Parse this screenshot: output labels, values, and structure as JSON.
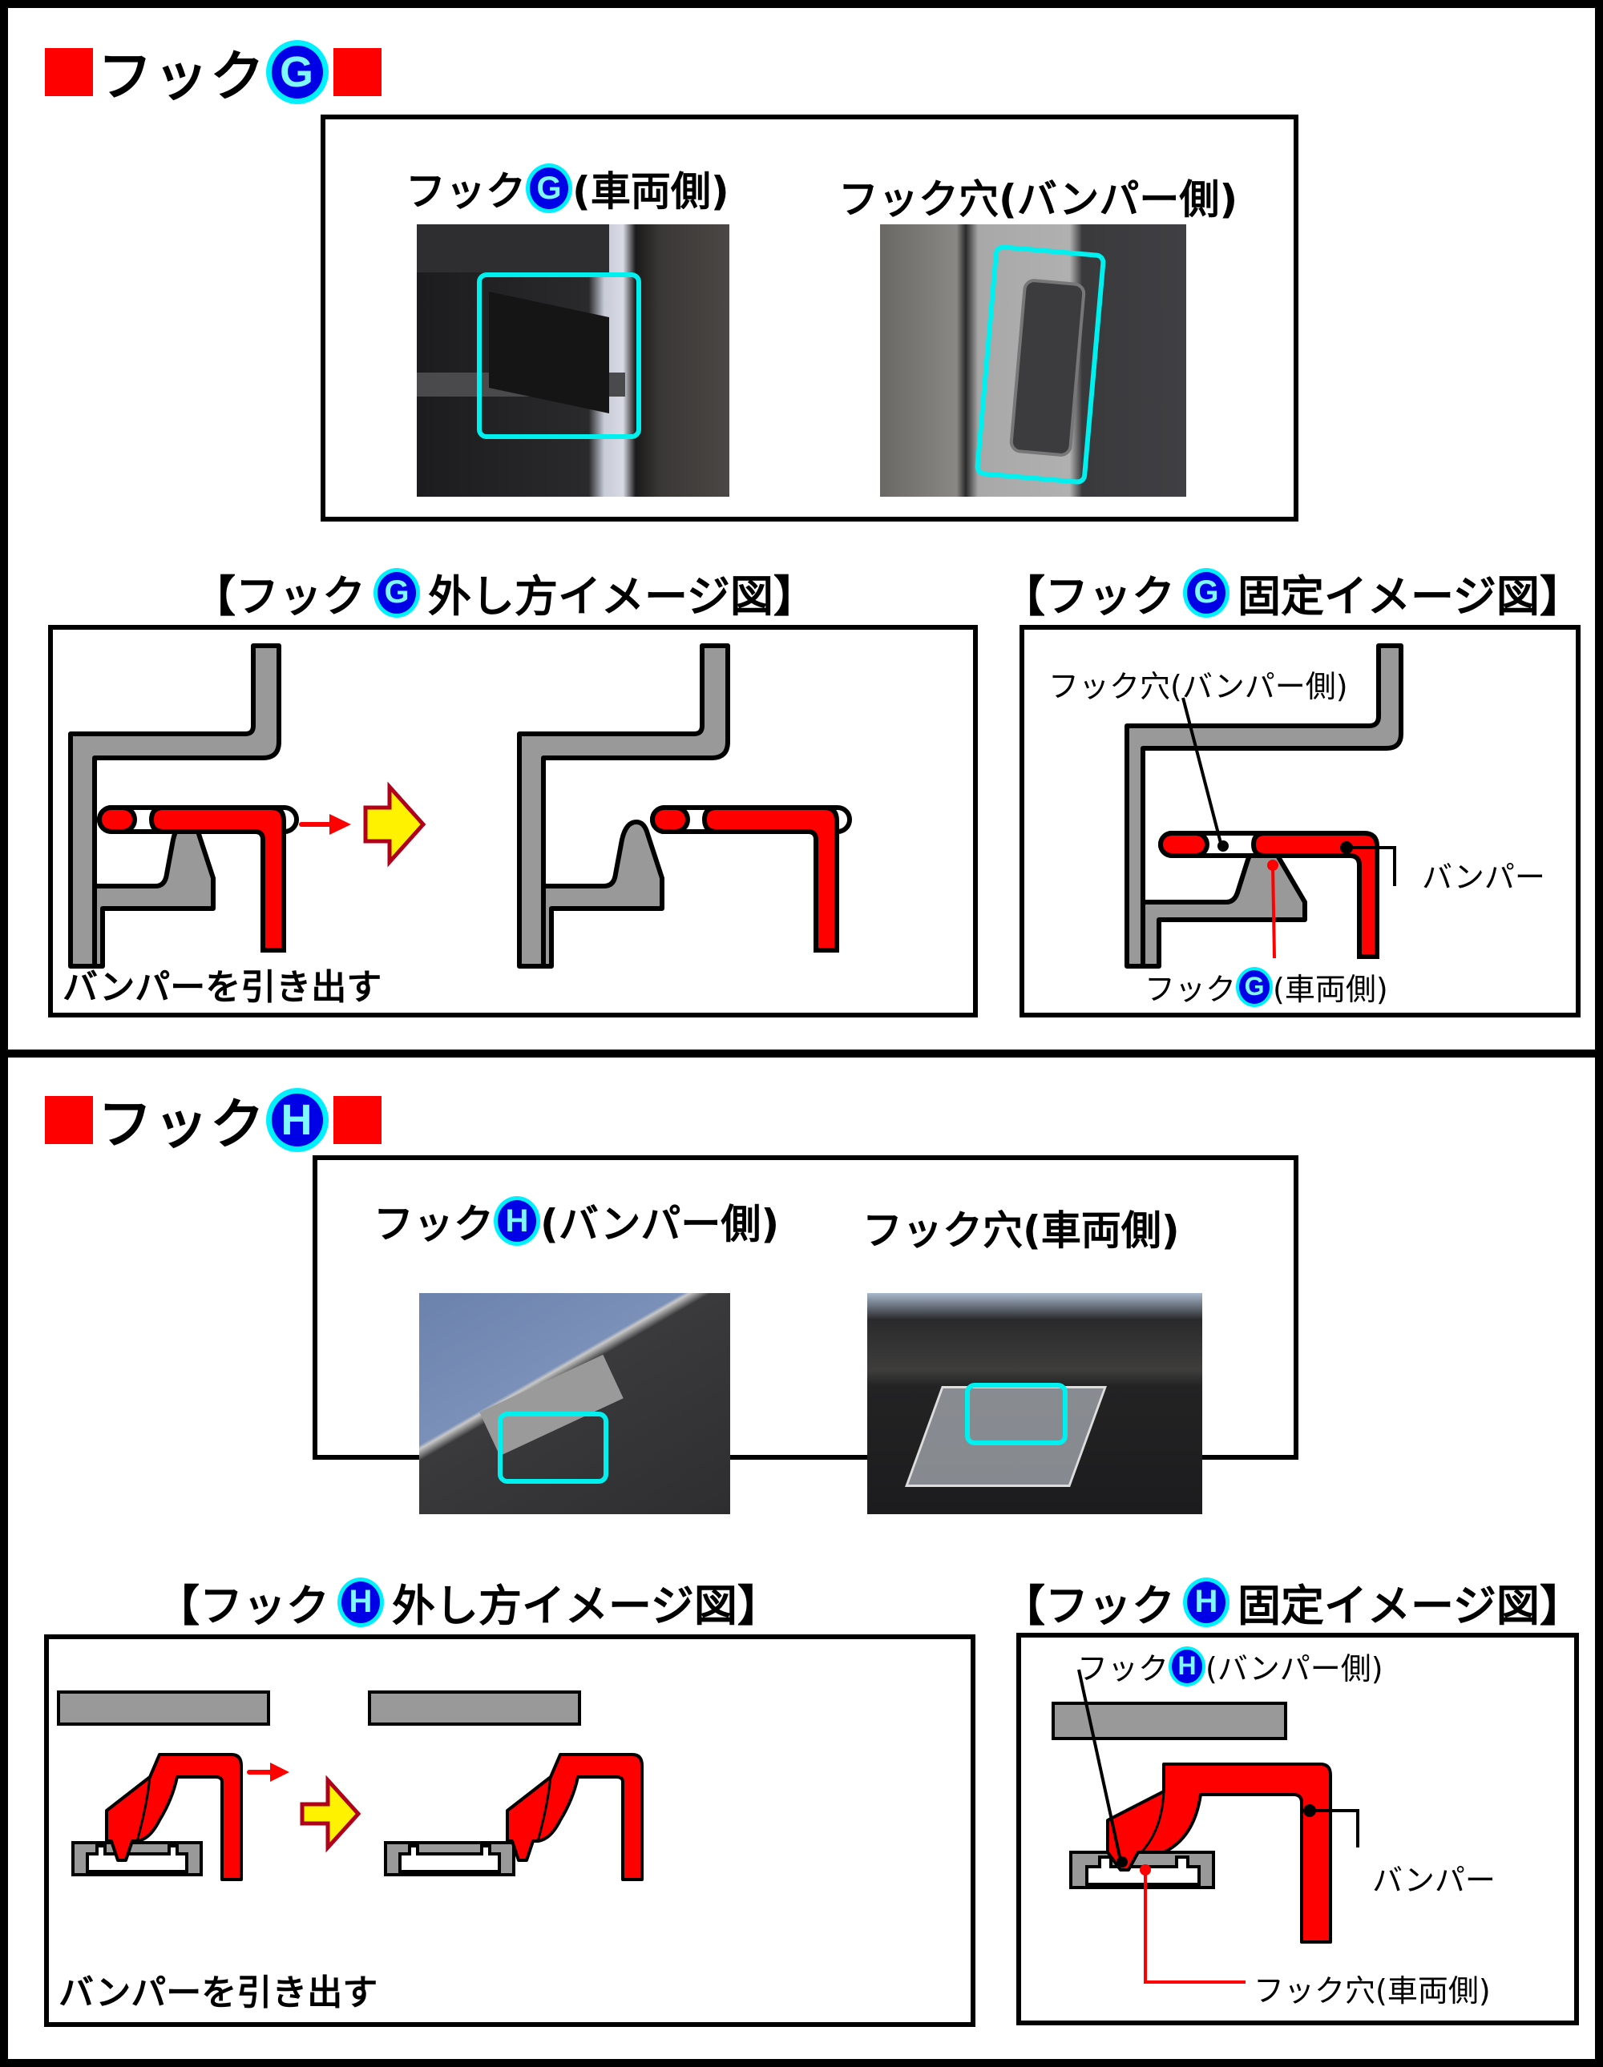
{
  "sections": [
    {
      "id": "G",
      "title": "フック",
      "badge": "G",
      "photos": {
        "left_caption": "フック",
        "left_caption_suffix": "(車両側)",
        "right_caption": "フック穴(バンパー側)"
      },
      "removal": {
        "title_prefix": "【フック",
        "title_suffix": "外し方イメージ図】",
        "note": "バンパーを引き出す"
      },
      "fixed": {
        "title_prefix": "【フック",
        "title_suffix": "固定イメージ図】",
        "label_hole": "フック穴(バンパー側)",
        "label_bumper": "バンパー",
        "label_hook": "フック",
        "label_hook_suffix": "(車両側)"
      }
    },
    {
      "id": "H",
      "title": "フック",
      "badge": "H",
      "photos": {
        "left_caption": "フック",
        "left_caption_suffix": "(バンパー側)",
        "right_caption": "フック穴(車両側)"
      },
      "removal": {
        "title_prefix": "【フック",
        "title_suffix": "外し方イメージ図】",
        "note": "バンパーを引き出す"
      },
      "fixed": {
        "title_prefix": "【フック",
        "title_suffix": "固定イメージ図】",
        "label_hook": "フック",
        "label_hook_suffix": "(バンパー側)",
        "label_bumper": "バンパー",
        "label_hole": "フック穴(車両側)"
      }
    }
  ],
  "colors": {
    "accent_red": "#ff0000",
    "badge_blue": "#0000e6",
    "badge_ring": "#00f0ff",
    "highlight_cyan": "#00f0f0",
    "part_gray": "#999999",
    "arrow_yellow": "#fff200",
    "arrow_outline": "#b0001a"
  }
}
